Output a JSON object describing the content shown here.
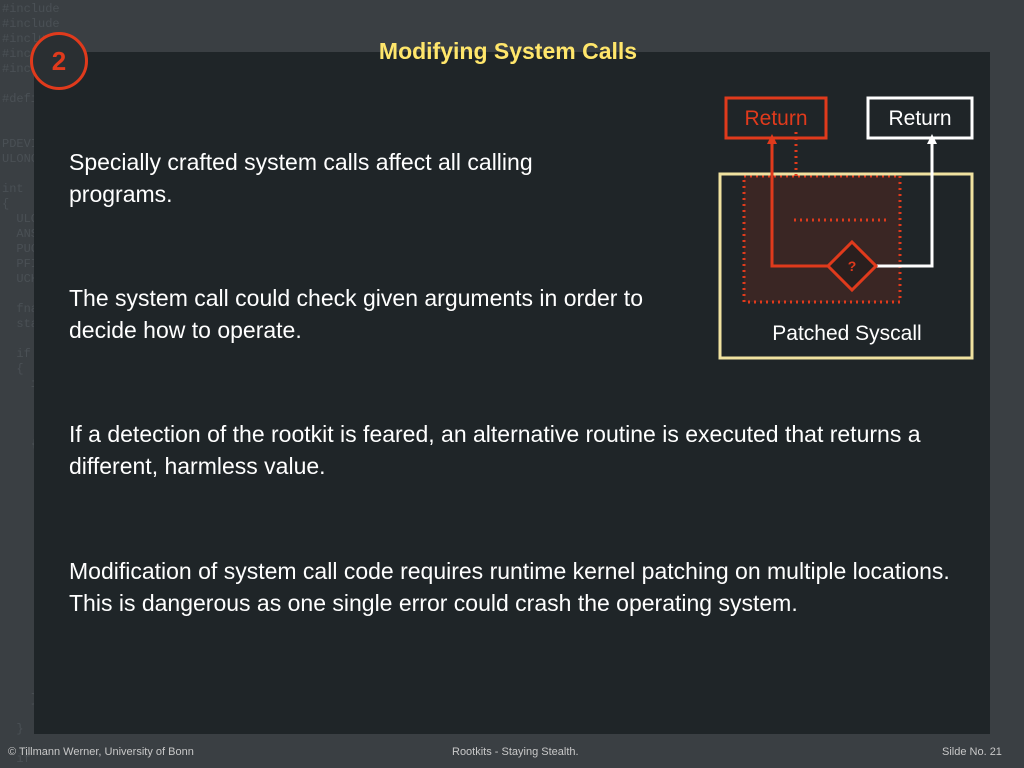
{
  "slide": {
    "number": "2",
    "title": "Modifying System Calls"
  },
  "paragraphs": [
    "Specially crafted system calls affect all calling programs.",
    "The system call could check given arguments in order to decide how to operate.",
    "If a detection of the rootkit is feared, an alternative routine is executed that returns a different, harmless value.",
    "Modification of system call code requires runtime kernel patching on multiple locations. This is dangerous as one single error could crash the operating system."
  ],
  "diagram": {
    "return_left": "Return",
    "return_right": "Return",
    "decision": "?",
    "caption": "Patched Syscall",
    "colors": {
      "accent": "#e03a1c",
      "frame": "#f0e2a0",
      "white": "#ffffff"
    }
  },
  "footer": {
    "left": "© Tillmann Werner, University of Bonn",
    "center": "Rootkits - Staying Stealth.",
    "right": "Silde No. 21"
  },
  "colors": {
    "title": "#ffe66b",
    "panel": "#1f2528",
    "background": "#3a3f43"
  }
}
